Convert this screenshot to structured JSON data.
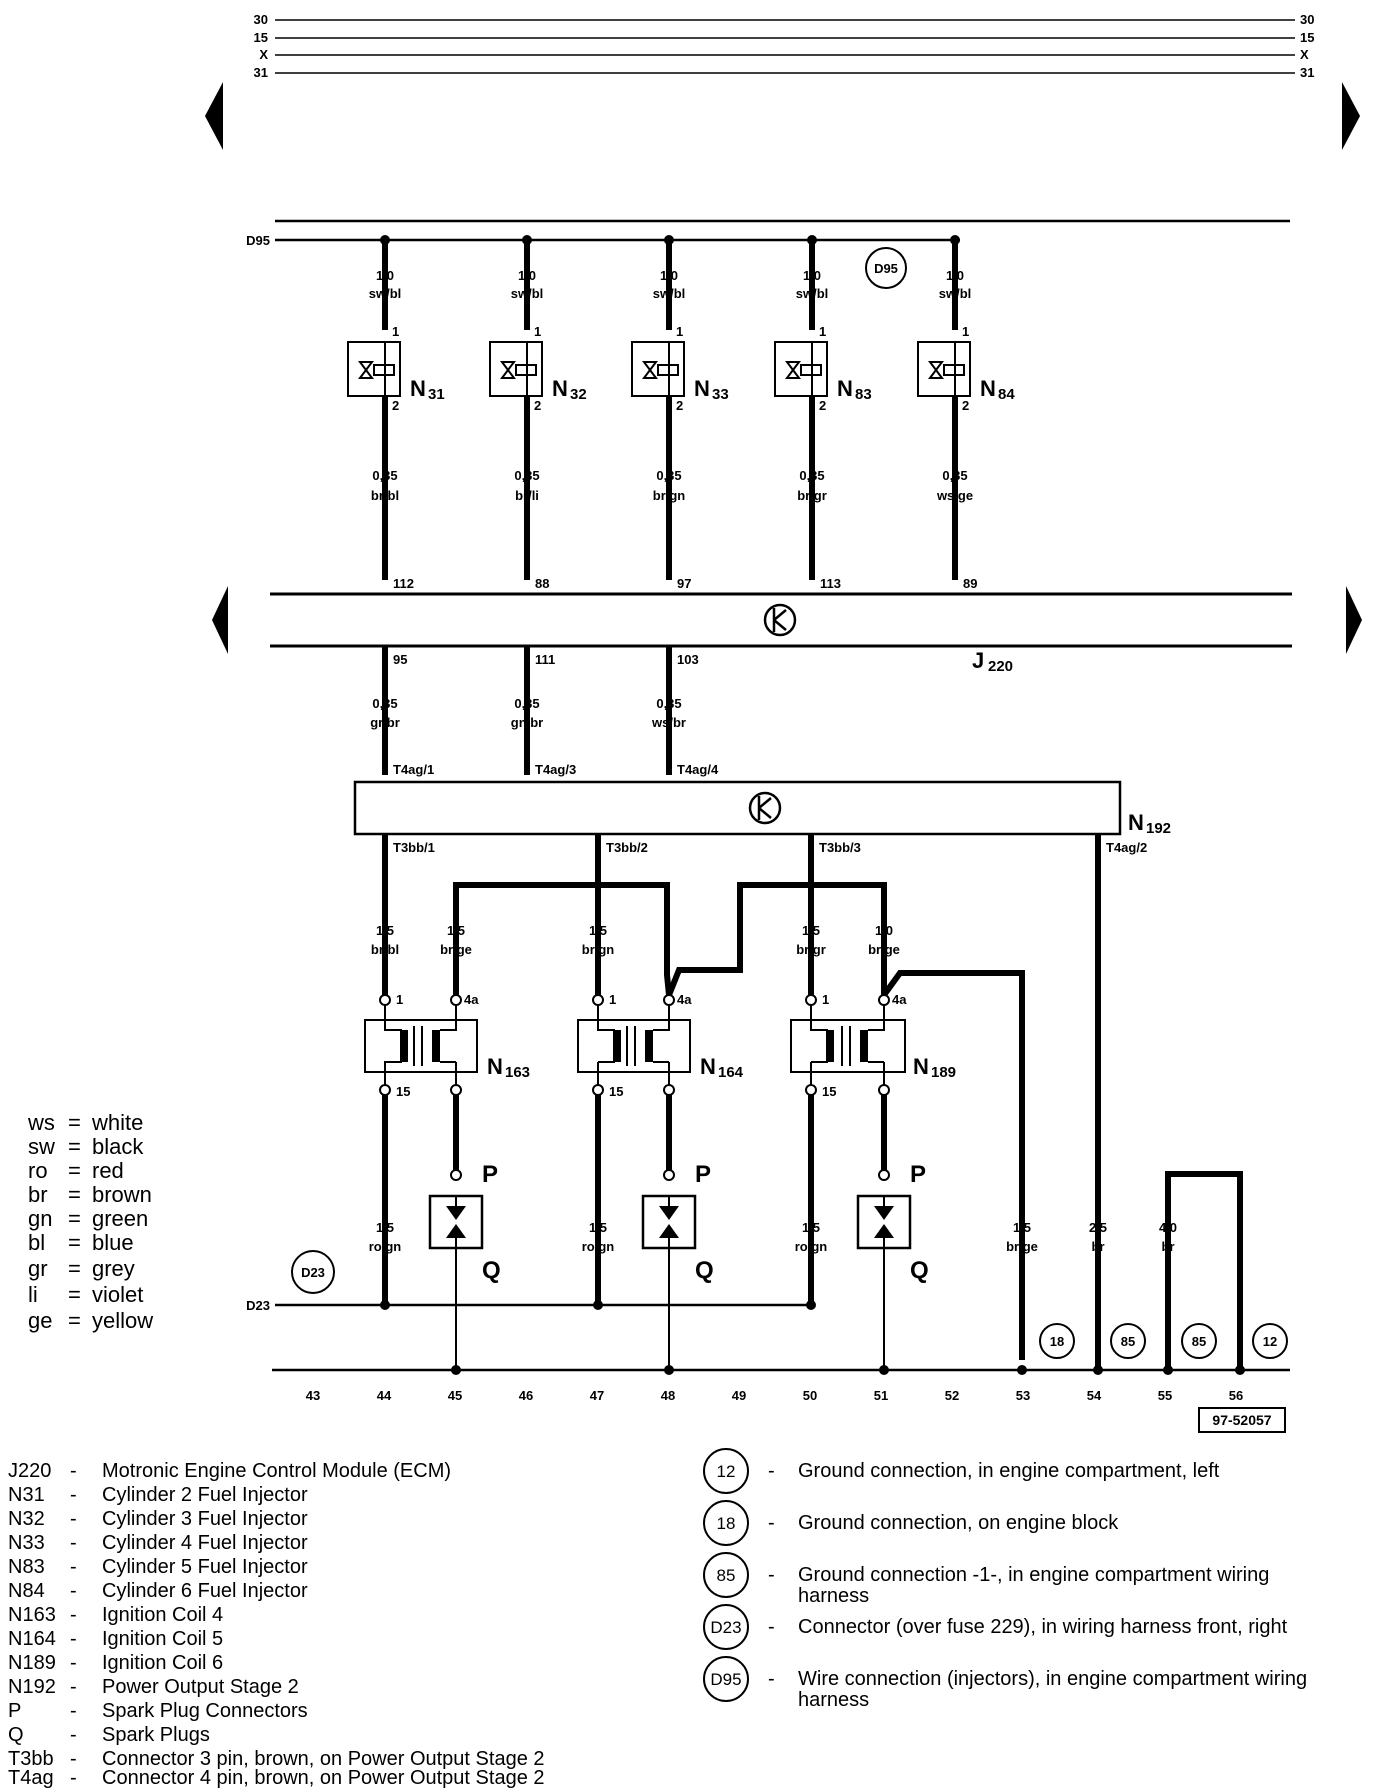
{
  "bus_labels": [
    "30",
    "15",
    "X",
    "31"
  ],
  "d95_label": "D95",
  "d23_label": "D23",
  "injectors": [
    {
      "id": "N",
      "sub": "31",
      "wire_top_gauge": "1,0",
      "wire_top_color": "sw/bl",
      "pin_top": "1",
      "pin_bottom": "2",
      "wire_bot_gauge": "0,35",
      "wire_bot_color": "br/bl",
      "ecm_pin": "112"
    },
    {
      "id": "N",
      "sub": "32",
      "wire_top_gauge": "1,0",
      "wire_top_color": "sw/bl",
      "pin_top": "1",
      "pin_bottom": "2",
      "wire_bot_gauge": "0,35",
      "wire_bot_color": "br/li",
      "ecm_pin": "88"
    },
    {
      "id": "N",
      "sub": "33",
      "wire_top_gauge": "1,0",
      "wire_top_color": "sw/bl",
      "pin_top": "1",
      "pin_bottom": "2",
      "wire_bot_gauge": "0,35",
      "wire_bot_color": "br/gn",
      "ecm_pin": "97"
    },
    {
      "id": "N",
      "sub": "83",
      "wire_top_gauge": "1,0",
      "wire_top_color": "sw/bl",
      "pin_top": "1",
      "pin_bottom": "2",
      "wire_bot_gauge": "0,35",
      "wire_bot_color": "br/gr",
      "ecm_pin": "113"
    },
    {
      "id": "N",
      "sub": "84",
      "wire_top_gauge": "1,0",
      "wire_top_color": "sw/bl",
      "pin_top": "1",
      "pin_bottom": "2",
      "wire_bot_gauge": "0,35",
      "wire_bot_color": "ws/ge",
      "ecm_pin": "89"
    }
  ],
  "ecm": {
    "id": "J",
    "sub": "220"
  },
  "ecm_outputs": [
    {
      "pin": "95",
      "gauge": "0,35",
      "color": "gr/br",
      "conn": "T4ag/1"
    },
    {
      "pin": "111",
      "gauge": "0,35",
      "color": "gn/br",
      "conn": "T4ag/3"
    },
    {
      "pin": "103",
      "gauge": "0,35",
      "color": "ws/br",
      "conn": "T4ag/4"
    }
  ],
  "output_stage": {
    "id": "N",
    "sub": "192",
    "ground_conn": "T4ag/2"
  },
  "coil_feeds": [
    "T3bb/1",
    "T3bb/2",
    "T3bb/3"
  ],
  "coils": [
    {
      "id": "N",
      "sub": "163",
      "left_gauge": "1,5",
      "left_color": "br/bl",
      "right_gauge": "1,5",
      "right_color": "br/ge",
      "pin1": "1",
      "pin4a": "4a",
      "pin15": "15",
      "gnd_gauge": "1,5",
      "gnd_color": "ro/gn"
    },
    {
      "id": "N",
      "sub": "164",
      "left_gauge": "1,5",
      "left_color": "br/gn",
      "right_gauge": "",
      "right_color": "",
      "pin1": "1",
      "pin4a": "4a",
      "pin15": "15",
      "gnd_gauge": "1,5",
      "gnd_color": "ro/gn"
    },
    {
      "id": "N",
      "sub": "189",
      "left_gauge": "1,5",
      "left_color": "br/gr",
      "right_gauge": "1,0",
      "right_color": "br/ge",
      "pin1": "1",
      "pin4a": "4a",
      "pin15": "15",
      "gnd_gauge": "1,5",
      "gnd_color": "ro/gn"
    }
  ],
  "plug_labels": {
    "p": "P",
    "q": "Q"
  },
  "right_wires": [
    {
      "gauge": "1,5",
      "color": "br/ge"
    },
    {
      "gauge": "2,5",
      "color": "br"
    },
    {
      "gauge": "4,0",
      "color": "br"
    }
  ],
  "ground_circles": [
    "18",
    "85",
    "85",
    "12"
  ],
  "positions": [
    "43",
    "44",
    "45",
    "46",
    "47",
    "48",
    "49",
    "50",
    "51",
    "52",
    "53",
    "54",
    "55",
    "56"
  ],
  "diagram_id": "97-52057",
  "color_key": [
    {
      "abbr": "ws",
      "name": "white"
    },
    {
      "abbr": "sw",
      "name": "black"
    },
    {
      "abbr": "ro",
      "name": "red"
    },
    {
      "abbr": "br",
      "name": "brown"
    },
    {
      "abbr": "gn",
      "name": "green"
    },
    {
      "abbr": "bl",
      "name": "blue"
    },
    {
      "abbr": "gr",
      "name": "grey"
    },
    {
      "abbr": "li",
      "name": "violet"
    },
    {
      "abbr": "ge",
      "name": "yellow"
    }
  ],
  "legend_components": [
    {
      "code": "J220",
      "desc": "Motronic Engine Control Module (ECM)"
    },
    {
      "code": "N31",
      "desc": "Cylinder 2 Fuel Injector"
    },
    {
      "code": "N32",
      "desc": "Cylinder 3 Fuel Injector"
    },
    {
      "code": "N33",
      "desc": "Cylinder 4 Fuel Injector"
    },
    {
      "code": "N83",
      "desc": "Cylinder 5 Fuel Injector"
    },
    {
      "code": "N84",
      "desc": "Cylinder 6 Fuel Injector"
    },
    {
      "code": "N163",
      "desc": "Ignition Coil 4"
    },
    {
      "code": "N164",
      "desc": "Ignition Coil 5"
    },
    {
      "code": "N189",
      "desc": "Ignition Coil 6"
    },
    {
      "code": "N192",
      "desc": "Power Output Stage 2"
    },
    {
      "code": "P",
      "desc": "Spark Plug Connectors"
    },
    {
      "code": "Q",
      "desc": "Spark Plugs"
    },
    {
      "code": "T3bb",
      "desc": "Connector 3 pin, brown, on Power Output Stage 2"
    },
    {
      "code": "T4ag",
      "desc": "Connector 4 pin, brown, on Power Output Stage 2"
    }
  ],
  "legend_grounds": [
    {
      "code": "12",
      "lines": [
        "Ground connection, in engine compartment, left"
      ]
    },
    {
      "code": "18",
      "lines": [
        "Ground connection, on engine block"
      ]
    },
    {
      "code": "85",
      "lines": [
        "Ground connection -1-, in engine compartment wiring",
        "harness"
      ]
    },
    {
      "code": "D23",
      "lines": [
        "Connector (over fuse 229), in wiring harness front, right"
      ]
    },
    {
      "code": "D95",
      "lines": [
        "Wire connection (injectors), in engine compartment wiring",
        "harness"
      ]
    }
  ]
}
